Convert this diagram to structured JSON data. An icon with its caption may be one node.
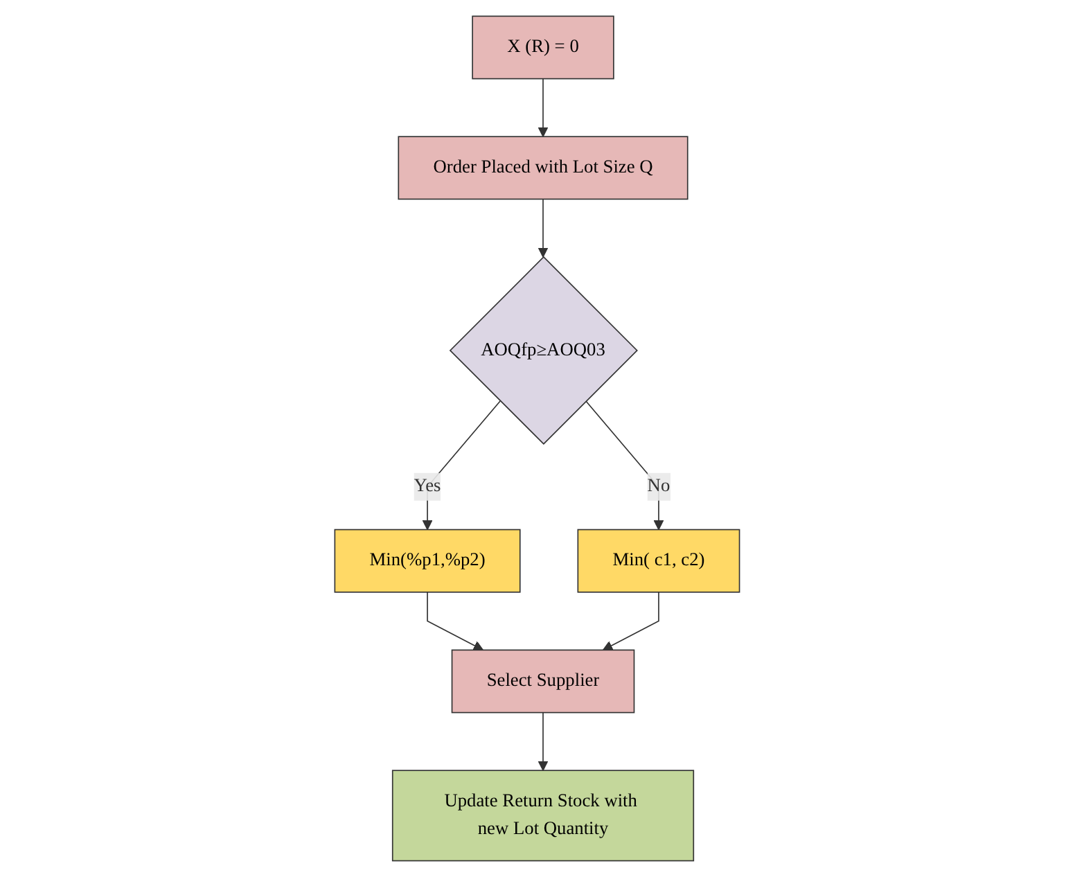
{
  "diagram": {
    "nodes": [
      {
        "text": [
          "X (R) = 0"
        ]
      },
      {
        "text": [
          "Order Placed with Lot Size Q"
        ]
      },
      {
        "text": [
          "AOQfp≥AOQ03"
        ]
      },
      {
        "text": [
          "Min(%p1,%p2)"
        ]
      },
      {
        "text": [
          "Select Supplier"
        ]
      },
      {
        "text": [
          "Min( c1, c2)"
        ]
      },
      {
        "text": [
          "Update Return Stock with new Lot Quantity"
        ]
      }
    ],
    "edges": [
      {
        "from": 0,
        "to": 1,
        "arrow": "to"
      },
      {
        "from": 1,
        "to": 2,
        "arrow": "to"
      },
      {
        "from": 2,
        "to": 3,
        "arrow": "to",
        "label": "Yes"
      },
      {
        "from": 2,
        "to": 5,
        "arrow": "to",
        "label": "No"
      },
      {
        "from": 3,
        "to": 4,
        "arrow": "to"
      },
      {
        "from": 5,
        "to": 4,
        "arrow": "to"
      },
      {
        "from": 4,
        "to": 6,
        "arrow": "to"
      }
    ]
  }
}
